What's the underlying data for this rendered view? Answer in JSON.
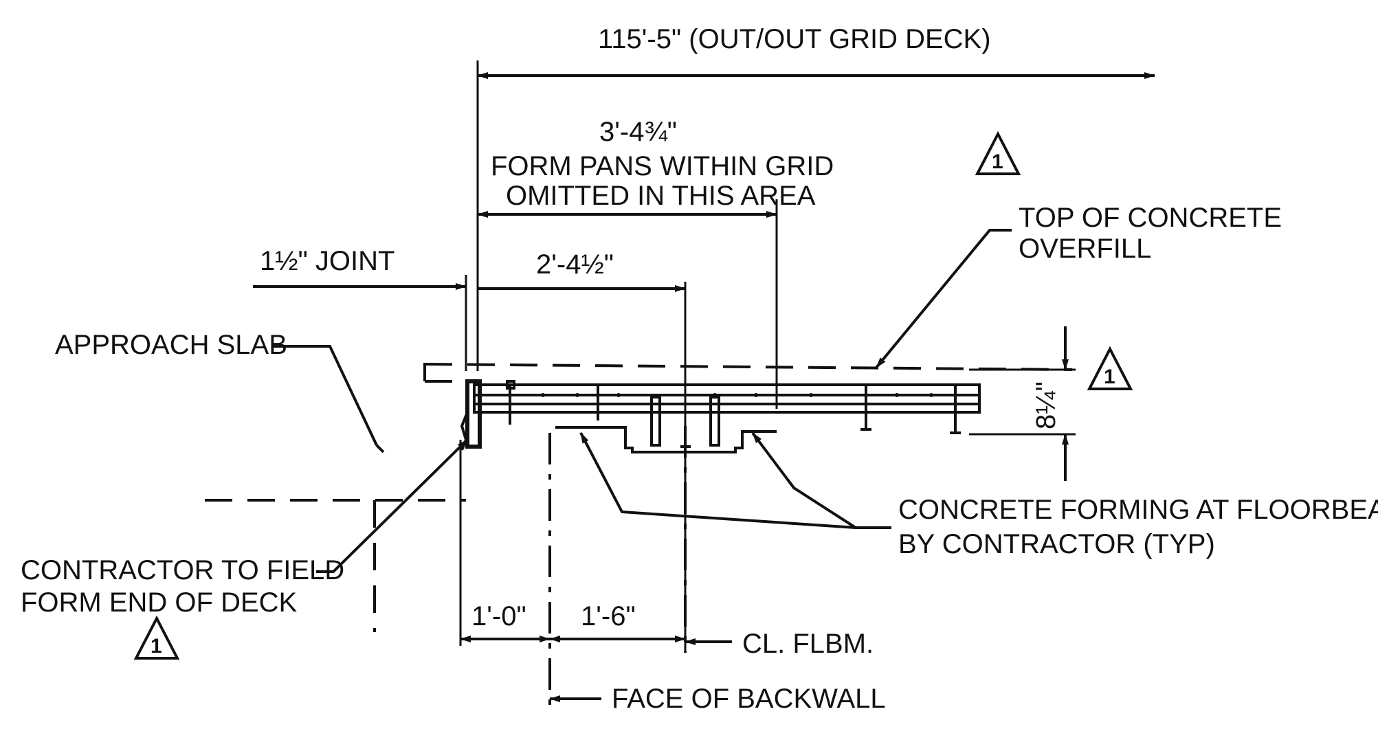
{
  "dimensions": {
    "overall": "115'-5\" (OUT/OUT GRID DECK)",
    "form_pans": "3'-4¾\"",
    "joint": "1½\" JOINT",
    "to_floorbeam": "2'-4½\"",
    "deck_depth": "8¼\"",
    "one_foot": "1'-0\"",
    "one_six": "1'-6\""
  },
  "labels": {
    "form_pans_line1": "FORM PANS WITHIN GRID",
    "form_pans_line2": "OMITTED IN THIS AREA",
    "top_concrete_line1": "TOP OF CONCRETE",
    "top_concrete_line2": "OVERFILL",
    "approach_slab": "APPROACH SLAB",
    "forming_line1": "CONCRETE FORMING AT FLOORBEAMS",
    "forming_line2": "BY CONTRACTOR (TYP)",
    "field_form_line1": "CONTRACTOR TO FIELD",
    "field_form_line2": "FORM END OF DECK",
    "cl_flbm": "CL. FLBM.",
    "backwall": "FACE OF BACKWALL"
  },
  "revision": {
    "number": "1"
  }
}
